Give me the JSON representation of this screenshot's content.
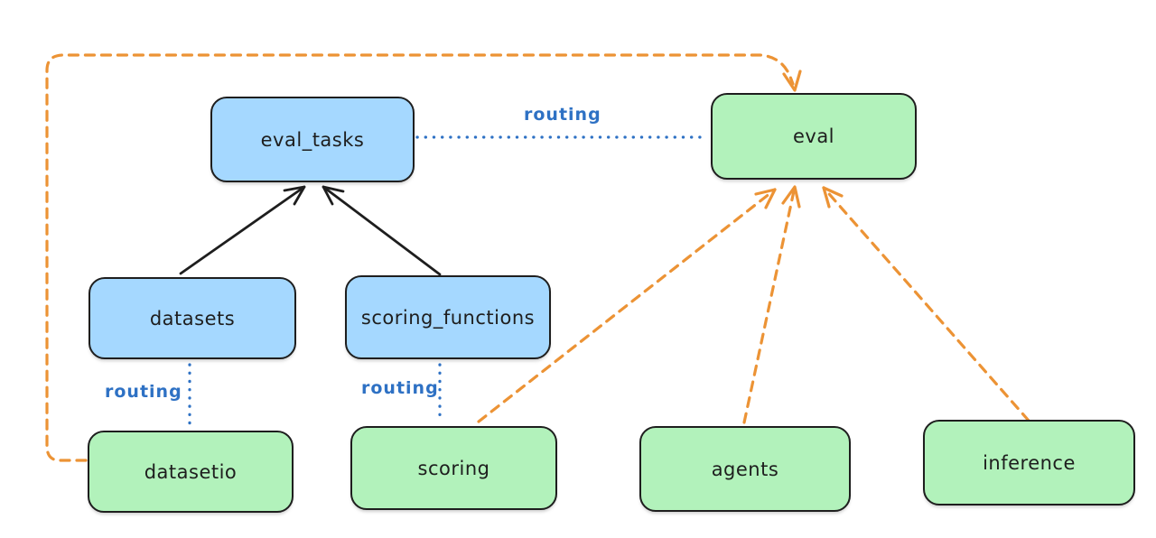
{
  "diagram": {
    "kind": "architecture-routing-diagram",
    "background": "#ffffff",
    "colors": {
      "api_fill": "#a5d8ff",
      "provider_fill": "#b2f2bb",
      "node_stroke": "#1e1e1e",
      "routing_line": "#2e71c4",
      "dashed_line": "#ec9335"
    },
    "nodes": {
      "eval_tasks": {
        "label": "eval_tasks",
        "fill": "#a5d8ff"
      },
      "eval": {
        "label": "eval",
        "fill": "#b2f2bb"
      },
      "datasets": {
        "label": "datasets",
        "fill": "#a5d8ff"
      },
      "scoring_functions": {
        "label": "scoring_functions",
        "fill": "#a5d8ff"
      },
      "datasetio": {
        "label": "datasetio",
        "fill": "#b2f2bb"
      },
      "scoring": {
        "label": "scoring",
        "fill": "#b2f2bb"
      },
      "agents": {
        "label": "agents",
        "fill": "#b2f2bb"
      },
      "inference": {
        "label": "inference",
        "fill": "#b2f2bb"
      }
    },
    "edges": [
      {
        "from": "datasets",
        "to": "eval_tasks",
        "style": "solid-arrow",
        "color": "#1e1e1e"
      },
      {
        "from": "scoring_functions",
        "to": "eval_tasks",
        "style": "solid-arrow",
        "color": "#1e1e1e"
      },
      {
        "from": "eval_tasks",
        "to": "eval",
        "style": "dotted",
        "color": "#2e71c4",
        "label": "routing"
      },
      {
        "from": "datasets",
        "to": "datasetio",
        "style": "dotted",
        "color": "#2e71c4",
        "label": "routing"
      },
      {
        "from": "scoring_functions",
        "to": "scoring",
        "style": "dotted",
        "color": "#2e71c4",
        "label": "routing"
      },
      {
        "from": "datasetio",
        "to": "eval",
        "style": "dashed-arrow",
        "color": "#ec9335"
      },
      {
        "from": "scoring",
        "to": "eval",
        "style": "dashed-arrow",
        "color": "#ec9335"
      },
      {
        "from": "agents",
        "to": "eval",
        "style": "dashed-arrow",
        "color": "#ec9335"
      },
      {
        "from": "inference",
        "to": "eval",
        "style": "dashed-arrow",
        "color": "#ec9335"
      }
    ]
  }
}
